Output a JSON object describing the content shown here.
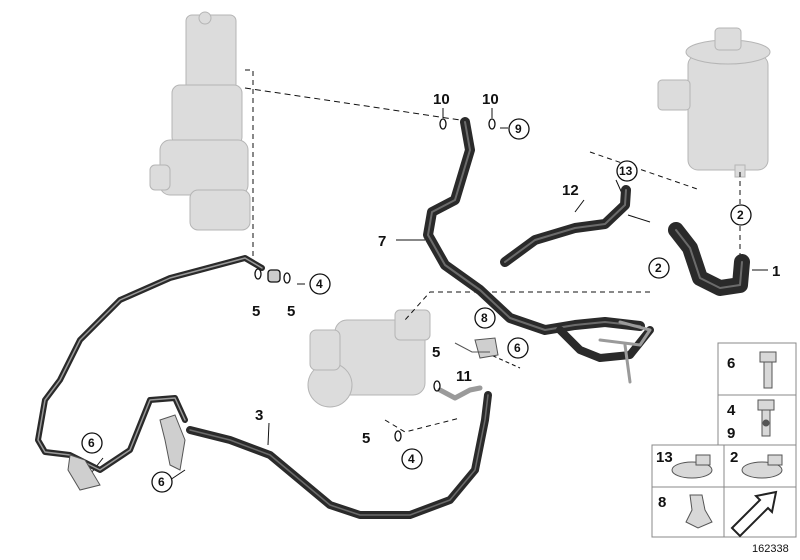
{
  "diagram": {
    "id_number": "162338",
    "callouts": {
      "c1": "1",
      "c2a": "2",
      "c2b": "2",
      "c3": "3",
      "c4a": "4",
      "c4b": "4",
      "c5a": "5",
      "c5b": "5",
      "c5c": "5",
      "c5d": "5",
      "c6a": "6",
      "c6b": "6",
      "c6c": "6",
      "c7": "7",
      "c8": "8",
      "c9": "9",
      "c10a": "10",
      "c10b": "10",
      "c11": "11",
      "c12": "12",
      "c13": "13"
    },
    "legend": {
      "cell_6": "6",
      "cell_4": "4",
      "cell_9": "9",
      "cell_13": "13",
      "cell_2": "2",
      "cell_8": "8"
    },
    "icons": [
      "steering-gear-icon",
      "power-steering-pump-icon",
      "reservoir-icon",
      "bolt-icon",
      "banjo-bolt-icon",
      "hose-clamp-icon",
      "clip-icon",
      "arrow-icon"
    ],
    "colors": {
      "hose": "#2a2a2a",
      "hose_highlight": "#6b6b6b",
      "ghost_part": "#d9d9d9",
      "leader": "#111111"
    }
  }
}
